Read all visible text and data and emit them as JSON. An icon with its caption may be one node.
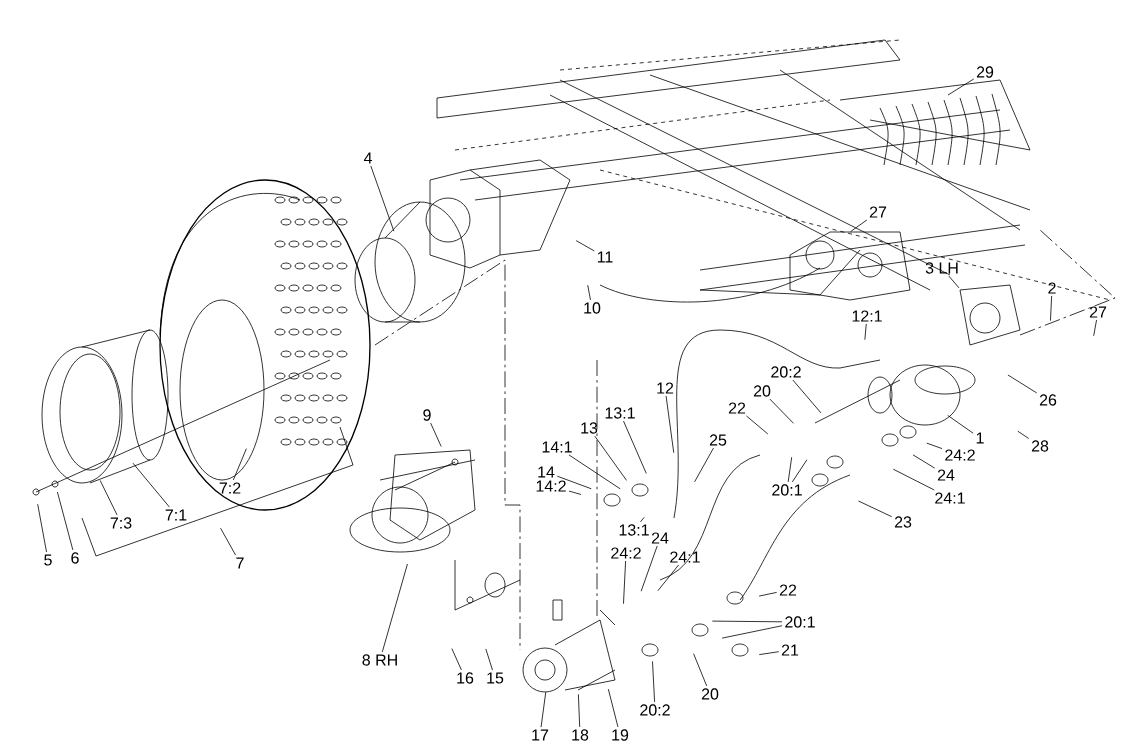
{
  "diagram": {
    "nodes": [
      {
        "text": [
          "29"
        ]
      },
      {
        "text": [
          "4"
        ]
      },
      {
        "text": [
          "27"
        ]
      },
      {
        "text": [
          "11"
        ]
      },
      {
        "text": [
          "3 LH"
        ]
      },
      {
        "text": [
          "2"
        ]
      },
      {
        "text": [
          "10"
        ]
      },
      {
        "text": [
          "27"
        ]
      },
      {
        "text": [
          "12:1"
        ]
      },
      {
        "text": [
          "20:2"
        ]
      },
      {
        "text": [
          "12"
        ]
      },
      {
        "text": [
          "20"
        ]
      },
      {
        "text": [
          "26"
        ]
      },
      {
        "text": [
          "22"
        ]
      },
      {
        "text": [
          "13:1"
        ]
      },
      {
        "text": [
          "9"
        ]
      },
      {
        "text": [
          "13"
        ]
      },
      {
        "text": [
          "1"
        ]
      },
      {
        "text": [
          "25"
        ]
      },
      {
        "text": [
          "28"
        ]
      },
      {
        "text": [
          "14:1"
        ]
      },
      {
        "text": [
          "24:2"
        ]
      },
      {
        "text": [
          "14"
        ]
      },
      {
        "text": [
          "24"
        ]
      },
      {
        "text": [
          "14:2"
        ]
      },
      {
        "text": [
          "20:1"
        ]
      },
      {
        "text": [
          "24:1"
        ]
      },
      {
        "text": [
          "7:2"
        ]
      },
      {
        "text": [
          "7:1"
        ]
      },
      {
        "text": [
          "23"
        ]
      },
      {
        "text": [
          "7:3"
        ]
      },
      {
        "text": [
          "13:1"
        ]
      },
      {
        "text": [
          "24"
        ]
      },
      {
        "text": [
          "24:2"
        ]
      },
      {
        "text": [
          "24:1"
        ]
      },
      {
        "text": [
          "6"
        ]
      },
      {
        "text": [
          "5"
        ]
      },
      {
        "text": [
          "7"
        ]
      },
      {
        "text": [
          "22"
        ]
      },
      {
        "text": [
          "20:1"
        ]
      },
      {
        "text": [
          "21"
        ]
      },
      {
        "text": [
          "8 RH"
        ]
      },
      {
        "text": [
          "16"
        ]
      },
      {
        "text": [
          "15"
        ]
      },
      {
        "text": [
          "20"
        ]
      },
      {
        "text": [
          "20:2"
        ]
      },
      {
        "text": [
          "17"
        ]
      },
      {
        "text": [
          "18"
        ]
      },
      {
        "text": [
          "19"
        ]
      }
    ],
    "edges": [
      {
        "from": 0,
        "to": null,
        "arrow": "none"
      },
      {
        "from": 1,
        "to": null,
        "arrow": "none"
      },
      {
        "from": 2,
        "to": null,
        "arrow": "none"
      },
      {
        "from": 3,
        "to": null,
        "arrow": "none"
      },
      {
        "from": 4,
        "to": null,
        "arrow": "none"
      },
      {
        "from": 5,
        "to": null,
        "arrow": "none"
      },
      {
        "from": 6,
        "to": null,
        "arrow": "none"
      },
      {
        "from": 7,
        "to": null,
        "arrow": "none"
      },
      {
        "from": 8,
        "to": null,
        "arrow": "none"
      },
      {
        "from": 9,
        "to": null,
        "arrow": "none"
      },
      {
        "from": 10,
        "to": null,
        "arrow": "none"
      },
      {
        "from": 11,
        "to": null,
        "arrow": "none"
      },
      {
        "from": 12,
        "to": null,
        "arrow": "none"
      },
      {
        "from": 13,
        "to": null,
        "arrow": "none"
      },
      {
        "from": 14,
        "to": null,
        "arrow": "none"
      },
      {
        "from": 15,
        "to": null,
        "arrow": "none"
      },
      {
        "from": 16,
        "to": null,
        "arrow": "none"
      },
      {
        "from": 17,
        "to": null,
        "arrow": "none"
      },
      {
        "from": 18,
        "to": null,
        "arrow": "none"
      },
      {
        "from": 19,
        "to": null,
        "arrow": "none"
      },
      {
        "from": 20,
        "to": null,
        "arrow": "none"
      },
      {
        "from": 21,
        "to": null,
        "arrow": "none"
      },
      {
        "from": 22,
        "to": null,
        "arrow": "none"
      },
      {
        "from": 23,
        "to": null,
        "arrow": "none"
      },
      {
        "from": 24,
        "to": null,
        "arrow": "none"
      },
      {
        "from": 25,
        "to": null,
        "arrow": "none"
      },
      {
        "from": 25,
        "to": null,
        "arrow": "none"
      },
      {
        "from": 26,
        "to": null,
        "arrow": "none"
      },
      {
        "from": 27,
        "to": null,
        "arrow": "none"
      },
      {
        "from": 28,
        "to": null,
        "arrow": "none"
      },
      {
        "from": 29,
        "to": null,
        "arrow": "none"
      },
      {
        "from": 30,
        "to": null,
        "arrow": "none"
      },
      {
        "from": 31,
        "to": null,
        "arrow": "none"
      },
      {
        "from": 32,
        "to": null,
        "arrow": "none"
      },
      {
        "from": 33,
        "to": null,
        "arrow": "none"
      },
      {
        "from": 34,
        "to": null,
        "arrow": "none"
      },
      {
        "from": 35,
        "to": null,
        "arrow": "none"
      },
      {
        "from": 36,
        "to": null,
        "arrow": "none"
      },
      {
        "from": 37,
        "to": null,
        "arrow": "none"
      },
      {
        "from": 38,
        "to": null,
        "arrow": "none"
      },
      {
        "from": 39,
        "to": null,
        "arrow": "none"
      },
      {
        "from": 39,
        "to": null,
        "arrow": "none"
      },
      {
        "from": 40,
        "to": null,
        "arrow": "none"
      },
      {
        "from": 41,
        "to": null,
        "arrow": "none"
      },
      {
        "from": 42,
        "to": null,
        "arrow": "none"
      },
      {
        "from": 43,
        "to": null,
        "arrow": "none"
      },
      {
        "from": 44,
        "to": null,
        "arrow": "none"
      },
      {
        "from": 45,
        "to": null,
        "arrow": "none"
      },
      {
        "from": 46,
        "to": null,
        "arrow": "none"
      },
      {
        "from": 47,
        "to": null,
        "arrow": "none"
      },
      {
        "from": 48,
        "to": null,
        "arrow": "none"
      }
    ]
  }
}
